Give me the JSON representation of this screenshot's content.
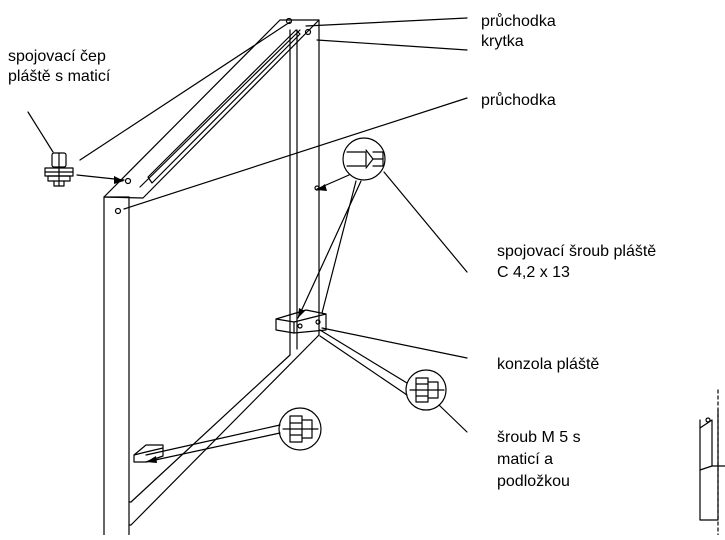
{
  "labels": {
    "connector_pin_line1": "spojovací čep",
    "connector_pin_line2": "pláště s maticí",
    "grommet_top": "průchodka",
    "cover": "krytka",
    "grommet_mid": "průchodka",
    "screw_line1": "spojovací šroub pláště",
    "screw_line2": "C 4,2 x 13",
    "bracket": "konzola pláště",
    "bolt_line1": "šroub M 5 s",
    "bolt_line2": "maticí a",
    "bolt_line3": "podložkou"
  },
  "colors": {
    "line": "#000000",
    "background": "#ffffff"
  }
}
